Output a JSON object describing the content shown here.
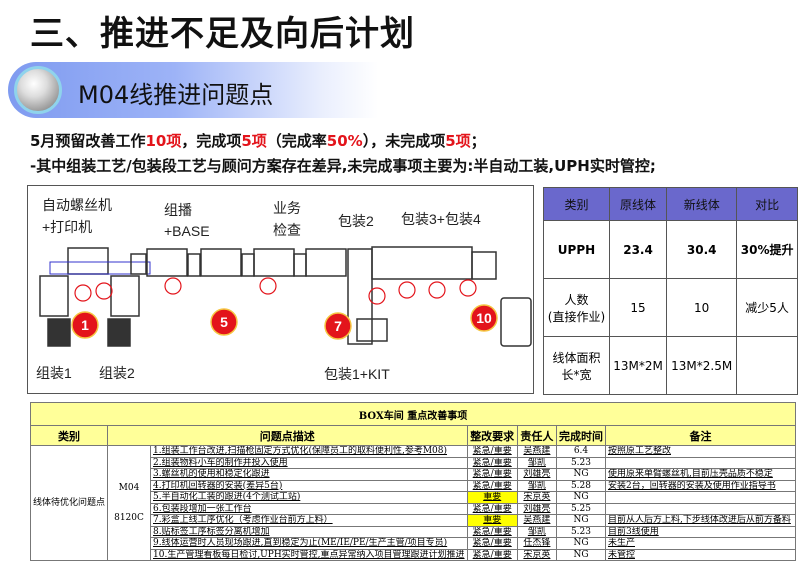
{
  "title": "三、推进不足及向后计划",
  "section": {
    "label": "M04线推进问题点"
  },
  "summary": {
    "line1": [
      {
        "t": "5月预留改善工作",
        "red": false
      },
      {
        "t": "10项",
        "red": true
      },
      {
        "t": "，完成项",
        "red": false
      },
      {
        "t": "5项",
        "red": true
      },
      {
        "t": "（完成率",
        "red": false
      },
      {
        "t": "50%",
        "red": true
      },
      {
        "t": "），未完成项",
        "red": false
      },
      {
        "t": "5项",
        "red": true
      },
      {
        "t": "；",
        "red": false
      }
    ],
    "line2": "-其中组装工艺/包装段工艺与顾问方案存在差异,未完成事项主要为:半自动工装,UPH实时管控;"
  },
  "layout": {
    "labels": {
      "screw1": "自动螺丝机",
      "screw2": "+打印机",
      "comb1": "组播",
      "comb2": "+BASE",
      "biz1": "业务",
      "biz2": "检查",
      "pack2": "包装2",
      "pack34": "包装3+包装4",
      "asm1": "组装1",
      "asm2": "组装2",
      "pack1": "包装1+KIT"
    },
    "markers": [
      "1",
      "5",
      "7",
      "10"
    ],
    "marker_color": "#e3141b"
  },
  "comparison": {
    "headers": [
      "类别",
      "原线体",
      "新线体",
      "对比"
    ],
    "rows": [
      {
        "cat": "UPPH",
        "old": "23.4",
        "new": "30.4",
        "diff": "30%提升"
      },
      {
        "cat": "人数\n(直接作业)",
        "old": "15",
        "new": "10",
        "diff": "减少5人"
      },
      {
        "cat": "线体面积\n长*宽",
        "old": "13M*2M",
        "new": "13M*2.5M",
        "diff": ""
      }
    ],
    "header_color": "#6a68cc"
  },
  "box": {
    "title": "BOX车间  重点改善事项",
    "headers": [
      "类别",
      "问题点描述",
      "整改要求",
      "责任人",
      "完成时间",
      "备注"
    ],
    "category": "线体待优化问题点",
    "line": "M04",
    "model": "8120C",
    "rows": [
      {
        "desc": "1.组装工作台改进,扫描枪固定方式优化(保障员工的取料便利性,参考M08)",
        "req": "紧急/重要",
        "owner": "吴燕建",
        "time": "6.4",
        "note": "按照原工艺整改",
        "hl": false
      },
      {
        "desc": "2.组装物料小车的制作并投入使用",
        "req": "紧急/重要",
        "owner": "邹凯",
        "time": "5.23",
        "note": "",
        "hl": false
      },
      {
        "desc": "3.螺丝机的使用和稳定化跟进",
        "req": "紧急/重要",
        "owner": "刘雄亮",
        "time": "NG",
        "note": "使用原来单臂螺丝机,目前压壳品质不稳定",
        "hl": false
      },
      {
        "desc": "4.打印机回转器的安装(差异5台)",
        "req": "紧急/重要",
        "owner": "邹凯",
        "time": "5.28",
        "note": "安装2台，回转器的安装及使用作业指导书",
        "hl": false
      },
      {
        "desc": "5.半自动化工装的跟进(4个测试工站)",
        "req": "重要",
        "owner": "宋京英",
        "time": "NG",
        "note": "",
        "hl": true
      },
      {
        "desc": "6.包装段增加一张工作台",
        "req": "紧急/重要",
        "owner": "刘雄亮",
        "time": "5.25",
        "note": "",
        "hl": false
      },
      {
        "desc": "7.彩盒上线工序优化（考虑作业台前方上料）",
        "req": "重要",
        "owner": "吴燕建",
        "time": "NG",
        "note": "目前从人后方上料,下步线体改进后从前方备料",
        "hl": true
      },
      {
        "desc": "8.贴标签工序标签分离机增加",
        "req": "紧急/重要",
        "owner": "邹凯",
        "time": "5.23",
        "note": "目前3线使用",
        "hl": false
      },
      {
        "desc": "9.线体运营时人员现场跟进,直到稳定为止(ME/IE/PE/生产主管/项目专员)",
        "req": "紧急/重要",
        "owner": "任杰锋",
        "time": "NG",
        "note": "未生产",
        "hl": false
      },
      {
        "desc": "10.生产管理看板每日检讨,UPH实时管控,重点异常纳入项目管理跟进计划推进",
        "req": "紧急/重要",
        "owner": "宋京英",
        "time": "NG",
        "note": "未管控",
        "hl": false
      }
    ],
    "header_color": "#ffff99",
    "highlight_color": "#ffff00"
  }
}
